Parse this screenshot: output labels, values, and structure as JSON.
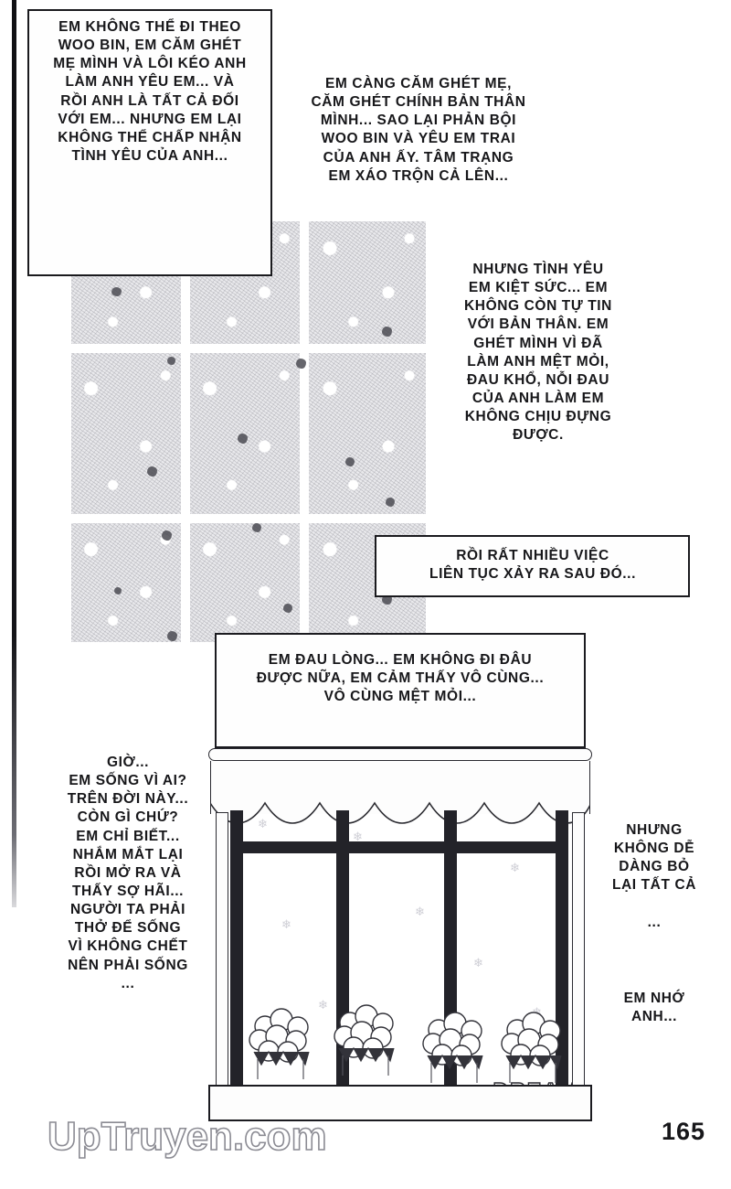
{
  "page": {
    "number": "165",
    "watermark": "UpTruyen.com"
  },
  "captions": [
    {
      "id": "caption-1",
      "text": "EM KHÔNG THỂ ĐI THEO\nWOO BIN, EM CĂM GHÉT\nMẸ MÌNH VÀ LÔI KÉO ANH\nLÀM ANH YÊU EM... VÀ\nRỒI ANH LÀ TẤT CẢ ĐỐI\nVỚI EM... NHƯNG EM LẠI\nKHÔNG THỂ CHẤP NHẬN\nTÌNH YÊU CỦA ANH..."
    },
    {
      "id": "caption-2",
      "text": "EM CÀNG CĂM GHÉT MẸ,\nCĂM GHÉT CHÍNH BẢN THÂN\nMÌNH... SAO LẠI PHẢN BỘI\nWOO BIN VÀ YÊU EM TRAI\nCỦA ANH ẤY. TÂM TRẠNG\nEM  XÁO TRỘN CẢ LÊN..."
    },
    {
      "id": "caption-3",
      "text": "NHƯNG TÌNH YÊU\nEM KIỆT SỨC... EM\nKHÔNG CÒN TỰ TIN\nVỚI BẢN THÂN. EM\nGHÉT MÌNH VÌ ĐÃ\nLÀM ANH MỆT MỎI,\nĐAU KHỔ, NỖI ĐAU\nCỦA ANH LÀM EM\nKHÔNG CHỊU ĐỰNG\nĐƯỢC."
    },
    {
      "id": "caption-4",
      "text": "RỒI RẤT NHIỀU VIỆC\nLIÊN TỤC XẢY RA SAU ĐÓ..."
    },
    {
      "id": "caption-5",
      "text": "EM ĐAU LÒNG... EM KHÔNG ĐI ĐÂU\nĐƯỢC NỮA, EM CẢM THẤY VÔ CÙNG...\nVÔ CÙNG MỆT MỎI..."
    },
    {
      "id": "caption-6",
      "text": "GIỜ...\nEM SỐNG VÌ AI?\nTRÊN ĐỜI NÀY...\nCÒN GÌ CHỨ?\nEM CHỈ BIẾT...\nNHẮM MẮT LẠI\nRỒI MỞ RA VÀ\nTHẤY SỢ HÃI...\nNGƯỜI TA PHẢI\nTHỞ ĐỂ SỐNG\nVÌ KHÔNG CHẾT\nNÊN PHẢI SỐNG\n..."
    },
    {
      "id": "caption-7",
      "text": "NHƯNG\nKHÔNG DỄ\nDÀNG BỎ\nLẠI TẤT CẢ\n\n..."
    },
    {
      "id": "caption-8",
      "text": "EM NHỚ\nANH..."
    }
  ],
  "storefront": {
    "sign_text": "DREAM"
  }
}
